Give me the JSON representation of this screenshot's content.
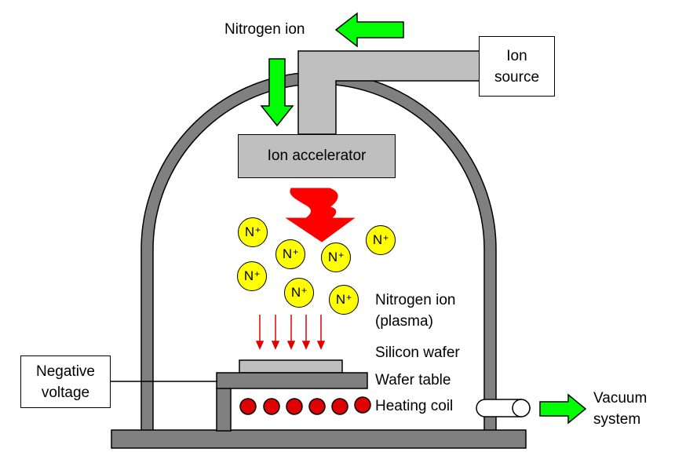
{
  "labels": {
    "nitrogen_ion_top": "Nitrogen ion",
    "ion_source": "Ion source",
    "ion_accelerator": "Ion accelerator",
    "nitrogen_ion_plasma_line1": "Nitrogen ion",
    "nitrogen_ion_plasma_line2": "(plasma)",
    "silicon_wafer": "Silicon wafer",
    "wafer_table": "Wafer table",
    "heating_coil": "Heating coil",
    "negative_voltage": "Negative voltage",
    "vacuum_system": "Vacuum system"
  },
  "ion_symbol": "N",
  "ion_charge": "+",
  "colors": {
    "chamber_wall": "#808080",
    "pipe": "#bfbfbf",
    "accelerator": "#bfbfbf",
    "green_arrow": "#00ff00",
    "red_beam": "#ff0000",
    "ion_fill": "#ffff00",
    "heating_coil": "#e00000"
  }
}
